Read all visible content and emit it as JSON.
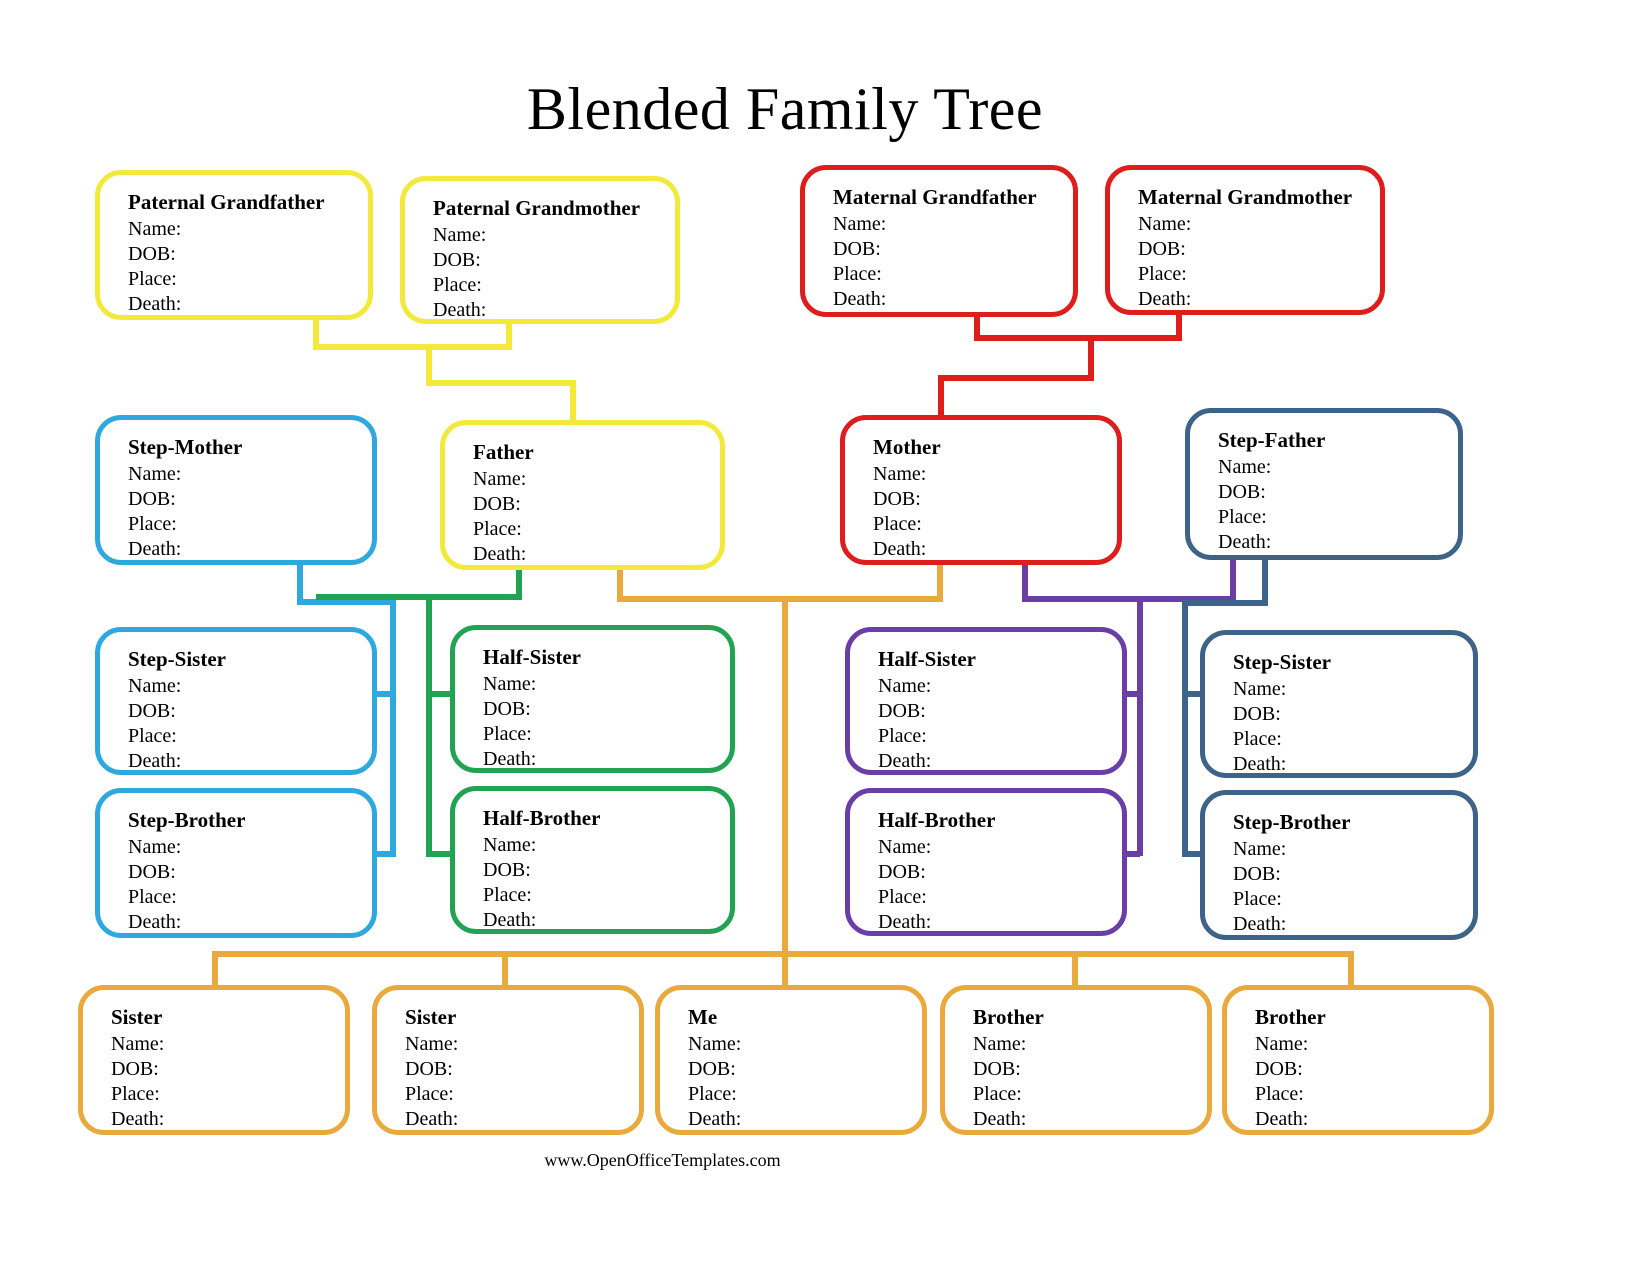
{
  "title": "Blended Family Tree",
  "footer": "www.OpenOfficeTemplates.com",
  "field_labels": [
    "Name:",
    "DOB:",
    "Place:",
    "Death:"
  ],
  "colors": {
    "yellow": "#F2E93B",
    "red": "#DE1D1D",
    "blue": "#2FA8DF",
    "green": "#22A353",
    "purple": "#6B3EA5",
    "steel": "#3D6388",
    "gold": "#E9A93C"
  },
  "nodes": {
    "paternal_grandfather": {
      "label": "Paternal Grandfather"
    },
    "paternal_grandmother": {
      "label": "Paternal Grandmother"
    },
    "maternal_grandfather": {
      "label": "Maternal Grandfather"
    },
    "maternal_grandmother": {
      "label": "Maternal Grandmother"
    },
    "step_mother": {
      "label": "Step-Mother"
    },
    "father": {
      "label": "Father"
    },
    "mother": {
      "label": "Mother"
    },
    "step_father": {
      "label": "Step-Father"
    },
    "step_sister_left": {
      "label": "Step-Sister"
    },
    "half_sister_left": {
      "label": "Half-Sister"
    },
    "half_sister_right": {
      "label": "Half-Sister"
    },
    "step_sister_right": {
      "label": "Step-Sister"
    },
    "step_brother_left": {
      "label": "Step-Brother"
    },
    "half_brother_left": {
      "label": "Half-Brother"
    },
    "half_brother_right": {
      "label": "Half-Brother"
    },
    "step_brother_right": {
      "label": "Step-Brother"
    },
    "sister_1": {
      "label": "Sister"
    },
    "sister_2": {
      "label": "Sister"
    },
    "me": {
      "label": "Me"
    },
    "brother_1": {
      "label": "Brother"
    },
    "brother_2": {
      "label": "Brother"
    }
  }
}
